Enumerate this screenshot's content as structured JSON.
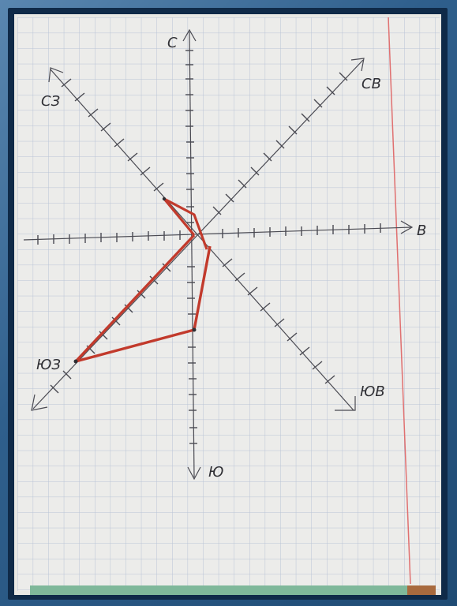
{
  "diagram": {
    "labels": {
      "north": "C",
      "north_east": "CB",
      "east": "B",
      "south_east": "ЮВ",
      "south": "Ю",
      "south_west": "ЮЗ",
      "north_west": "СЗ"
    },
    "colors": {
      "paper": "#ececea",
      "grid": "#b9c3d6",
      "margin_line": "#e07070",
      "pencil": "#4a4a52",
      "figure": "#c23a2c",
      "bottom_strip": "#7fb89a"
    },
    "figure_vertices": [
      "center",
      "north-west-tick-2",
      "south-east-tick-1",
      "south-tick-6",
      "south-west-tick-8"
    ]
  }
}
